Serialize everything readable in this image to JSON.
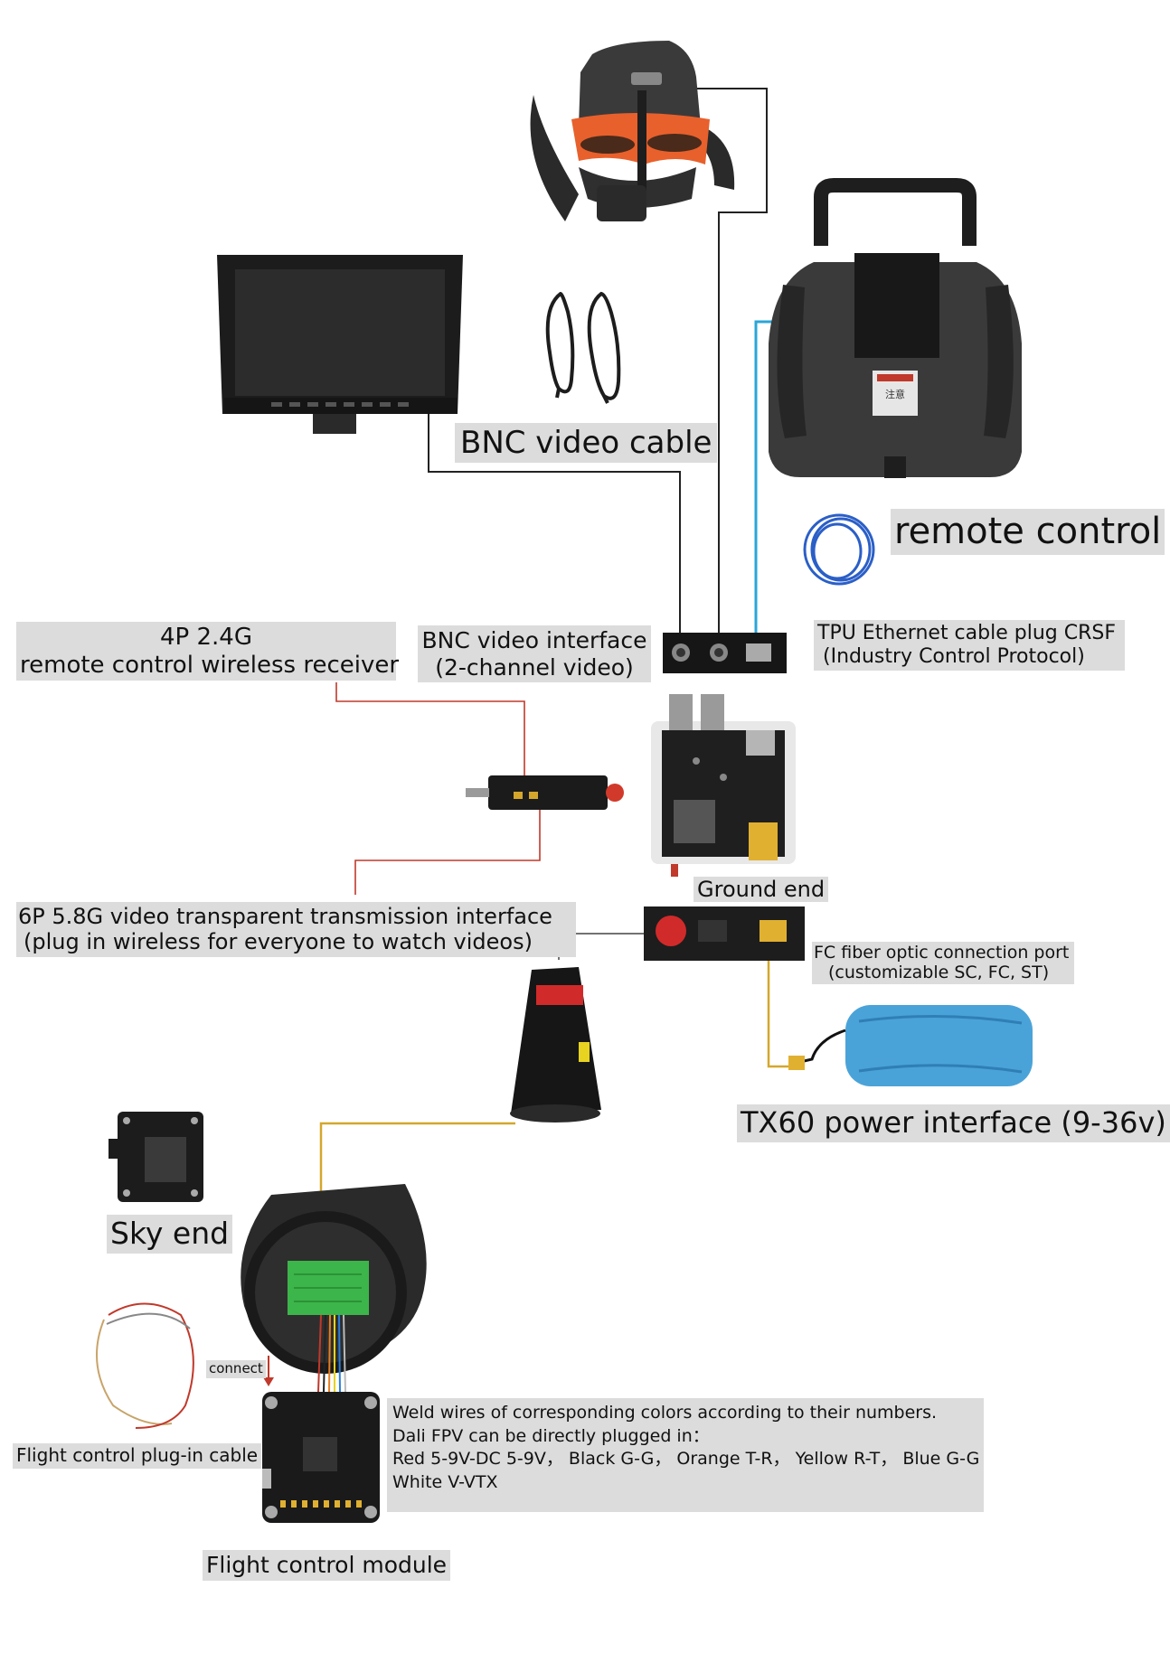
{
  "labels": {
    "bnc_cable": "BNC video cable",
    "remote_control": "remote control",
    "receiver_line1": "4P 2.4G",
    "receiver_line2": "remote control wireless receiver",
    "bnc_interface_line1": "BNC video interface",
    "bnc_interface_line2": "(2-channel video)",
    "tpu_line1": "TPU Ethernet cable plug CRSF",
    "tpu_line2": "(Industry Control Protocol)",
    "ground_end": "Ground end",
    "video_tx_line1": "6P 5.8G video transparent transmission interface",
    "video_tx_line2": "(plug in wireless for everyone to watch videos)",
    "fc_port_line1": "FC fiber optic connection port",
    "fc_port_line2": "(customizable SC, FC, ST)",
    "power_interface": "TX60 power interface (9-36v)",
    "sky_end": "Sky end",
    "connect": "connect",
    "plugin_cable": "Flight control plug-in cable",
    "weld_line1": "Weld wires of corresponding colors according to their numbers.",
    "weld_line2": "Dali FPV can be directly plugged in：",
    "weld_line3": "Red 5-9V-DC 5-9V， Black G-G， Orange T-R， Yellow R-T， Blue G-G",
    "weld_line4": "White V-VTX",
    "flight_control_module": "Flight control module",
    "rc_sticker": "注意"
  },
  "colors": {
    "label_bg": "#dcdcdc",
    "wire_black": "#222222",
    "wire_blue": "#2aa6d8",
    "wire_red": "#c0392b",
    "wire_yellow": "#d4a72c",
    "goggles_orange": "#e8602c",
    "battery_blue": "#4aa3d8",
    "pcb_green": "#3cb54a"
  }
}
